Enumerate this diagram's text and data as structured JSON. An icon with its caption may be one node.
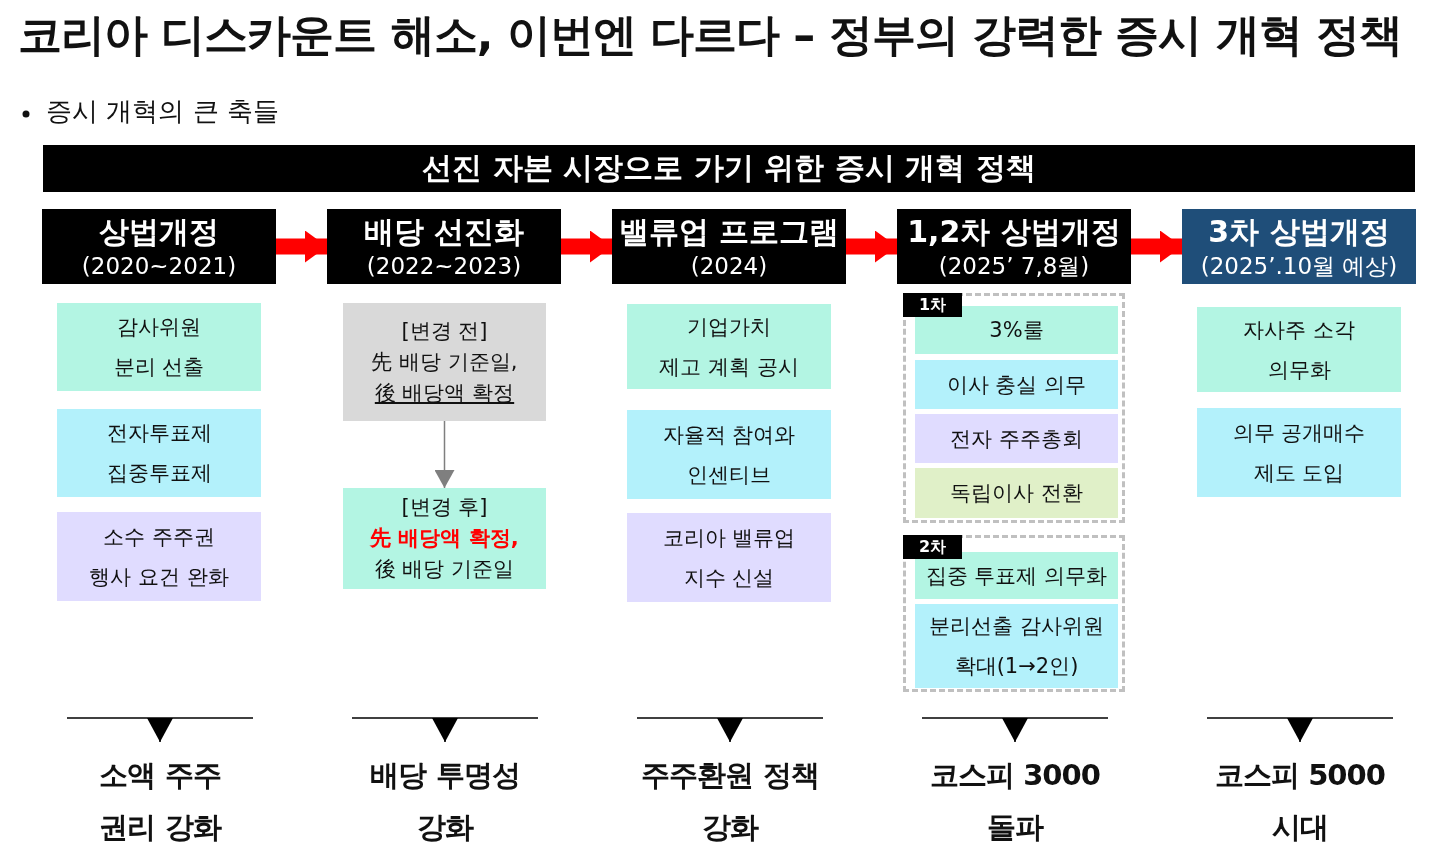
{
  "diagram": {
    "title": "코리아 디스카운트 해소, 이번엔 다르다 – 정부의 강력한 증시 개혁 정책",
    "nodes": [
      {
        "text": [
          "선진 자본 시장으로 가기 위한 증시 개혁 정책"
        ]
      },
      {
        "text": [
          "상법개정",
          "(2020~2021)"
        ]
      },
      {
        "text": [
          "배당 선진화",
          "(2022~2023)"
        ]
      },
      {
        "text": [
          "밸류업 프로그램",
          "(2024)"
        ]
      },
      {
        "text": [
          "1,2차 상법개정",
          "(2025’ 7,8월)"
        ]
      },
      {
        "text": [
          "3차 상법개정",
          "(2025’.10월 예상)"
        ]
      },
      {
        "text": [
          "감사위원 분리 선출"
        ]
      },
      {
        "text": [
          "전자투표제 집중투표제"
        ]
      },
      {
        "text": [
          "소수 주주권 행사 요건 완화"
        ]
      },
      {
        "text": [
          "[변경 전]",
          "先 배당 기준일,",
          "後 배당액 확정"
        ]
      },
      {
        "text": [
          "[변경 후]",
          "先 배당액 확정,",
          "後 배당 기준일"
        ]
      },
      {
        "text": [
          "기업가치 제고 계획 공시"
        ]
      },
      {
        "text": [
          "자율적 참여와 인센티브"
        ]
      },
      {
        "text": [
          "코리아 밸류업 지수 신설"
        ]
      },
      {
        "text": [
          "1차"
        ]
      },
      {
        "text": [
          "3%룰"
        ],
        "in": 14
      },
      {
        "text": [
          "이사 충실 의무"
        ],
        "in": 14
      },
      {
        "text": [
          "전자 주주총회"
        ],
        "in": 14
      },
      {
        "text": [
          "독립이사 전환"
        ],
        "in": 14
      },
      {
        "text": [
          "2차"
        ]
      },
      {
        "text": [
          "집중 투표제 의무화"
        ],
        "in": 19
      },
      {
        "text": [
          "분리선출 감사위원 확대(1→2인)"
        ],
        "in": 19
      },
      {
        "text": [
          "자사주 소각 의무화"
        ]
      },
      {
        "text": [
          "의무 공개매수 제도 도입"
        ]
      },
      {
        "text": [
          "소액 주주 권리 강화"
        ]
      },
      {
        "text": [
          "배당 투명성 강화"
        ]
      },
      {
        "text": [
          "주주환원 정책 강화"
        ]
      },
      {
        "text": [
          "코스피 3000 돌파"
        ]
      },
      {
        "text": [
          "코스피 5000 시대"
        ]
      }
    ],
    "edges": [
      {
        "from": 1,
        "to": 2,
        "arrow": "to",
        "style": "thick",
        "color": "#ff0000"
      },
      {
        "from": 2,
        "to": 3,
        "arrow": "to",
        "style": "thick",
        "color": "#ff0000"
      },
      {
        "from": 3,
        "to": 4,
        "arrow": "to",
        "style": "thick",
        "color": "#ff0000"
      },
      {
        "from": 4,
        "to": 5,
        "arrow": "to",
        "style": "thick",
        "color": "#ff0000"
      },
      {
        "from": 9,
        "to": 10,
        "arrow": "to",
        "color": "#7f7f7f"
      },
      {
        "from": null,
        "to": 24,
        "arrow": "to"
      },
      {
        "from": null,
        "to": 25,
        "arrow": "to"
      },
      {
        "from": null,
        "to": 26,
        "arrow": "to"
      },
      {
        "from": null,
        "to": 27,
        "arrow": "to"
      },
      {
        "from": null,
        "to": 28,
        "arrow": "to"
      }
    ],
    "labels": [
      "증시 개혁의 큰 축들"
    ]
  }
}
